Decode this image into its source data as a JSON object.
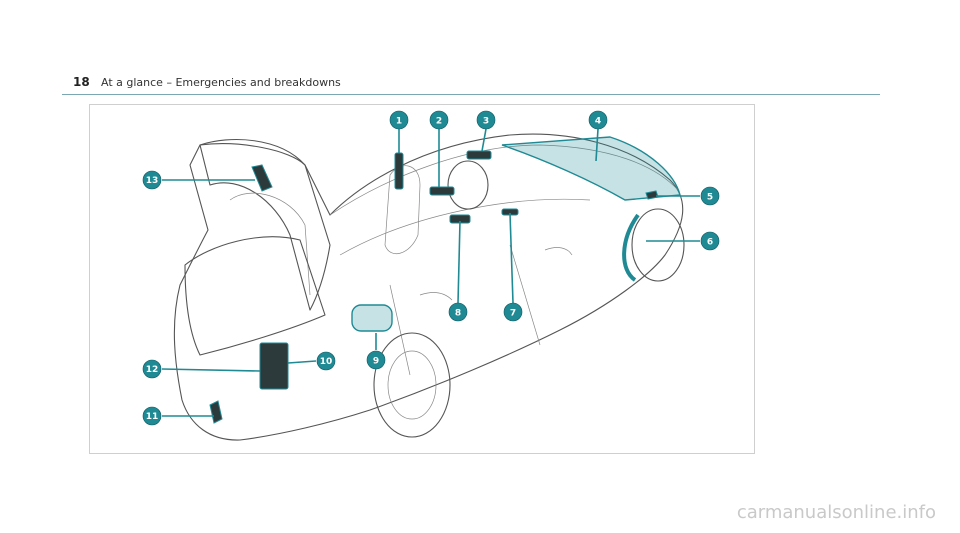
{
  "header": {
    "page_number": "18",
    "section_title": "At a glance – Emergencies and breakdowns"
  },
  "figure": {
    "callouts": [
      "1",
      "2",
      "3",
      "4",
      "5",
      "6",
      "7",
      "8",
      "9",
      "10",
      "11",
      "12",
      "13"
    ]
  },
  "footer": {
    "watermark": "carmanualsonline.info"
  },
  "colors": {
    "accent": "#1f8a94",
    "rule": "#7aa7b2"
  }
}
